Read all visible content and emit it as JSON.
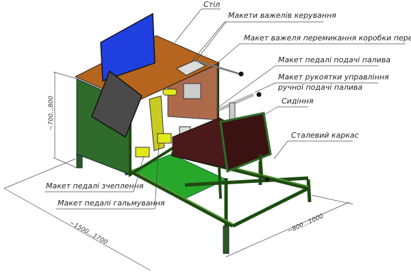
{
  "labels": {
    "table": "Стіл",
    "control_levers": "Макети важелів керування",
    "gear_lever": "Макет важеля перемикання  коробки передач",
    "fuel_pedal": "Макет педалі подачі палива",
    "hand_fuel_1": "Макет рукоятки управління",
    "hand_fuel_2": "ручної подачі палива",
    "seat": "Сидіння",
    "frame": "Сталевий каркас",
    "clutch_pedal": "Макет педалі зчеплення",
    "brake_pedal": "Макет педалі гальмування"
  },
  "dimensions": {
    "height": "~700...800",
    "length": "~1500...1700",
    "width": "~800...1000"
  },
  "colors": {
    "table_top": "#b5651d",
    "panel": "#2f6b2a",
    "frame": "#3f7f2a",
    "monitor": "#1f3fe0",
    "seat": "#4a1a1a",
    "pedal": "#e2e81a"
  }
}
